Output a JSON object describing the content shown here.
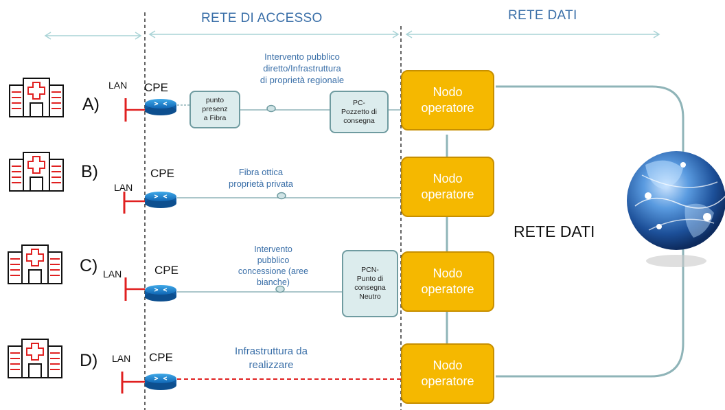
{
  "headers": {
    "access": "RETE DI ACCESSO",
    "data": "RETE DATI"
  },
  "center_label": "RETE DATI",
  "rows": [
    {
      "letter": "A)",
      "lan": "LAN",
      "cpe": "CPE",
      "note": [
        "Intervento pubblico",
        "diretto/Infrastruttura",
        "di proprietà regionale"
      ],
      "box1": [
        "punto",
        "presenz",
        "a Fibra"
      ],
      "box2": [
        "PC-",
        "Pozzetto di",
        "consegna"
      ],
      "nodo": [
        "Nodo",
        "operatore"
      ]
    },
    {
      "letter": "B)",
      "lan": "LAN",
      "cpe": "CPE",
      "note": [
        "Fibra ottica",
        "proprietà privata"
      ],
      "nodo": [
        "Nodo",
        "operatore"
      ]
    },
    {
      "letter": "C)",
      "lan": "LAN",
      "cpe": "CPE",
      "note": [
        "Intervento",
        "pubblico",
        "concessione (aree",
        "bianche)"
      ],
      "box2": [
        "PCN-",
        "Punto di",
        "consegna",
        "Neutro"
      ],
      "nodo": [
        "Nodo",
        "operatore"
      ]
    },
    {
      "letter": "D)",
      "lan": "LAN",
      "cpe": "CPE",
      "note": [
        "Infrastruttura da",
        "realizzare"
      ],
      "nodo": [
        "Nodo",
        "operatore"
      ]
    }
  ],
  "colors": {
    "header": "#3a6fa8",
    "nodo_fill": "#f5b800",
    "box_fill": "#dceced",
    "link_line": "#8fb4b8",
    "planned_line": "#e02020",
    "lan_bar": "#e02020",
    "icon_red": "#e02020"
  },
  "icons": [
    "hospital-icon",
    "router-icon",
    "globe-icon",
    "splice-icon"
  ]
}
